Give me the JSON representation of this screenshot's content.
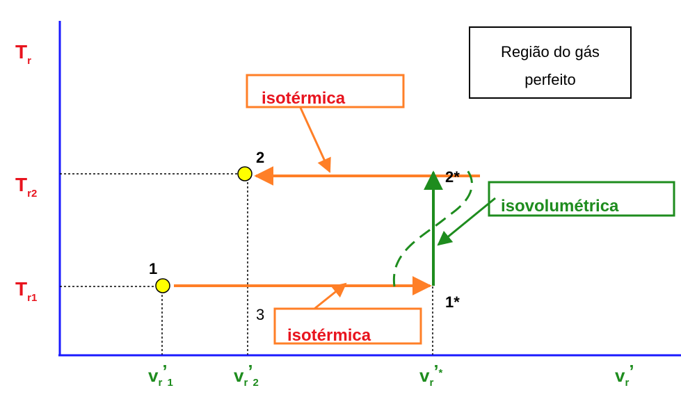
{
  "y_axis": {
    "label": {
      "main": "T",
      "sub": "r"
    },
    "ticks": [
      {
        "main": "T",
        "sub": "r2"
      },
      {
        "main": "T",
        "sub": "r1"
      }
    ]
  },
  "x_axis": {
    "label": {
      "main": "v",
      "sub": "r",
      "post": "’"
    },
    "ticks": [
      {
        "main": "v",
        "sub": "r",
        "post": "’",
        "sub2": "1"
      },
      {
        "main": "v",
        "sub": "r",
        "post": "’",
        "sub2": "2"
      },
      {
        "main": "v",
        "sub": "r",
        "post": "’",
        "sup": "*"
      }
    ]
  },
  "points": {
    "p1": "1",
    "p2": "2",
    "p1_star": "1*",
    "p2_star": "2*",
    "p3": "3"
  },
  "boxes": {
    "isothermal_top": "isotérmica",
    "isothermal_bottom": "isotérmica",
    "isovolumetric": "isovolumétrica",
    "region_line1": "Região do gás",
    "region_line2": "perfeito"
  },
  "colors": {
    "axis": "#1a1aff",
    "orange": "#ff7f27",
    "green": "#1e8c1e",
    "red": "#e8141e",
    "point_fill": "#ffff00"
  }
}
